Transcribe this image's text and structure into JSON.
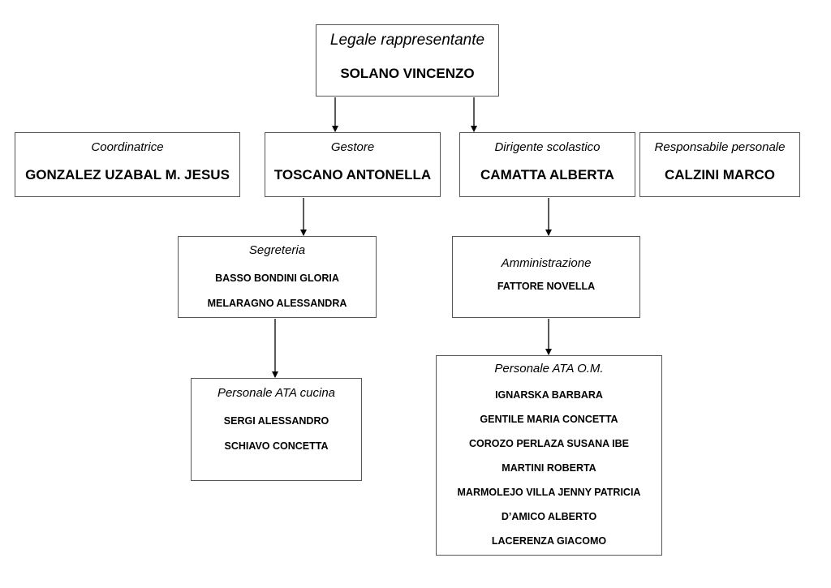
{
  "legale": {
    "role": "Legale rappresentante",
    "name": "SOLANO VINCENZO"
  },
  "coordinatrice": {
    "role": "Coordinatrice",
    "name": "GONZALEZ UZABAL M. JESUS"
  },
  "gestore": {
    "role": "Gestore",
    "name": "TOSCANO ANTONELLA"
  },
  "dirigente": {
    "role": "Dirigente scolastico",
    "name": "CAMATTA ALBERTA"
  },
  "responsabile": {
    "role": "Responsabile personale",
    "name": "CALZINI MARCO"
  },
  "segreteria": {
    "role": "Segreteria",
    "members": [
      "BASSO BONDINI GLORIA",
      "MELARAGNO ALESSANDRA"
    ]
  },
  "amministrazione": {
    "role": "Amministrazione",
    "members": [
      "FATTORE NOVELLA"
    ]
  },
  "ata_cucina": {
    "role": "Personale ATA cucina",
    "members": [
      "SERGI ALESSANDRO",
      "SCHIAVO CONCETTA"
    ]
  },
  "ata_om": {
    "role": "Personale ATA O.M.",
    "members": [
      "IGNARSKA BARBARA",
      "GENTILE MARIA CONCETTA",
      "COROZO PERLAZA SUSANA IBE",
      "MARTINI ROBERTA",
      "MARMOLEJO VILLA JENNY PATRICIA",
      "D’AMICO ALBERTO",
      "LACERENZA GIACOMO"
    ]
  }
}
